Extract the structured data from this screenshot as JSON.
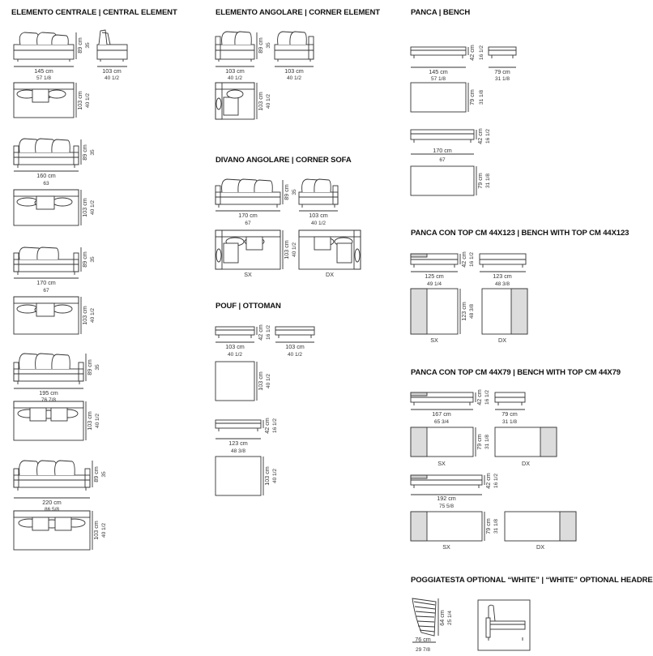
{
  "sections": {
    "central": {
      "title": "ELEMENTO CENTRALE  |  CENTRAL ELEMENT"
    },
    "corner_element": {
      "title": "ELEMENTO ANGOLARE  |  CORNER ELEMENT"
    },
    "corner_sofa": {
      "title": "DIVANO ANGOLARE  |  CORNER SOFA"
    },
    "pouf": {
      "title": "POUF  |  OTTOMAN"
    },
    "bench": {
      "title": "PANCA  |  BENCH"
    },
    "bench123": {
      "title": "PANCA CON TOP CM 44X123  |  BENCH WITH TOP CM 44X123"
    },
    "bench79": {
      "title": "PANCA CON TOP CM 44X79  |  BENCH WITH  TOP CM 44X79"
    },
    "headrest": {
      "title": "POGGIATESTA OPTIONAL “WHITE”  |  “WHITE” OPTIONAL HEADREST"
    }
  },
  "dims": {
    "c1_w": "145 cm",
    "c1_wi": "57 1/8",
    "c1_h": "89 cm",
    "c1_hi": "35",
    "c1_side_w": "103 cm",
    "c1_side_wi": "40 1/2",
    "c1_d": "103 cm",
    "c1_di": "40 1/2",
    "c2_w": "160 cm",
    "c2_wi": "63",
    "c2_h": "89 cm",
    "c2_hi": "35",
    "c2_d": "103 cm",
    "c2_di": "40 1/2",
    "c3_w": "170 cm",
    "c3_wi": "67",
    "c3_h": "89 cm",
    "c3_hi": "35",
    "c3_d": "103 cm",
    "c3_di": "40 1/2",
    "c4_w": "195 cm",
    "c4_wi": "76 7/8",
    "c4_h": "89 cm",
    "c4_hi": "35",
    "c4_d": "103 cm",
    "c4_di": "40 1/2",
    "c5_w": "220 cm",
    "c5_wi": "86 5/8",
    "c5_h": "89 cm",
    "c5_hi": "35",
    "c5_d": "103 cm",
    "c5_di": "40 1/2",
    "ce_w1": "103 cm",
    "ce_wi1": "40 1/2",
    "ce_w2": "103 cm",
    "ce_wi2": "40 1/2",
    "ce_h": "89 cm",
    "ce_hi": "35",
    "ce_d": "103 cm",
    "ce_di": "40 1/2",
    "cs_w": "170 cm",
    "cs_wi": "67",
    "cs_w2": "103 cm",
    "cs_wi2": "40 1/2",
    "cs_h": "89 cm",
    "cs_hi": "35",
    "cs_d": "103 cm",
    "cs_di": "40 1/2",
    "sx": "SX",
    "dx": "DX",
    "p_w1": "103 cm",
    "p_wi1": "40 1/2",
    "p_w2": "103 cm",
    "p_wi2": "40 1/2",
    "p_h": "42 cm",
    "p_hi": "16 1/2",
    "p_d": "103 cm",
    "p_di": "40 1/2",
    "p2_w": "123 cm",
    "p2_wi": "48 3/8",
    "p2_h": "42 cm",
    "p2_hi": "16 1/2",
    "p2_d": "103 cm",
    "p2_di": "40 1/2",
    "b_w1": "145 cm",
    "b_wi1": "57 1/8",
    "b_w2": "79 cm",
    "b_wi2": "31 1/8",
    "b_h": "42 cm",
    "b_hi": "16 1/2",
    "b_d": "79 cm",
    "b_di": "31 1/8",
    "b2_w": "170 cm",
    "b2_wi": "67",
    "b2_h": "42 cm",
    "b2_hi": "16 1/2",
    "b2_d": "79 cm",
    "b2_di": "31 1/8",
    "t1_w1": "125 cm",
    "t1_wi1": "49 1/4",
    "t1_w2": "123 cm",
    "t1_wi2": "48 3/8",
    "t1_h": "42 cm",
    "t1_hi": "16 1/2",
    "t1_d": "123 cm",
    "t1_di": "48 3/8",
    "t2_w1": "167 cm",
    "t2_wi1": "65 3/4",
    "t2_w2": "79 cm",
    "t2_wi2": "31 1/8",
    "t2_h": "42 cm",
    "t2_hi": "16 1/2",
    "t2_d": "79 cm",
    "t2_di": "31 1/8",
    "t3_w": "192 cm",
    "t3_wi": "75 5/8",
    "t3_h": "42 cm",
    "t3_hi": "16 1/2",
    "t3_d": "79 cm",
    "t3_di": "31 1/8",
    "hr_w": "76 cm",
    "hr_wi": "29 7/8",
    "hr_h": "64 cm",
    "hr_hi": "25 1/4"
  },
  "colors": {
    "line": "#333333",
    "fill_grey": "#dcdcdc",
    "top_fill": "#d0d0d0"
  }
}
